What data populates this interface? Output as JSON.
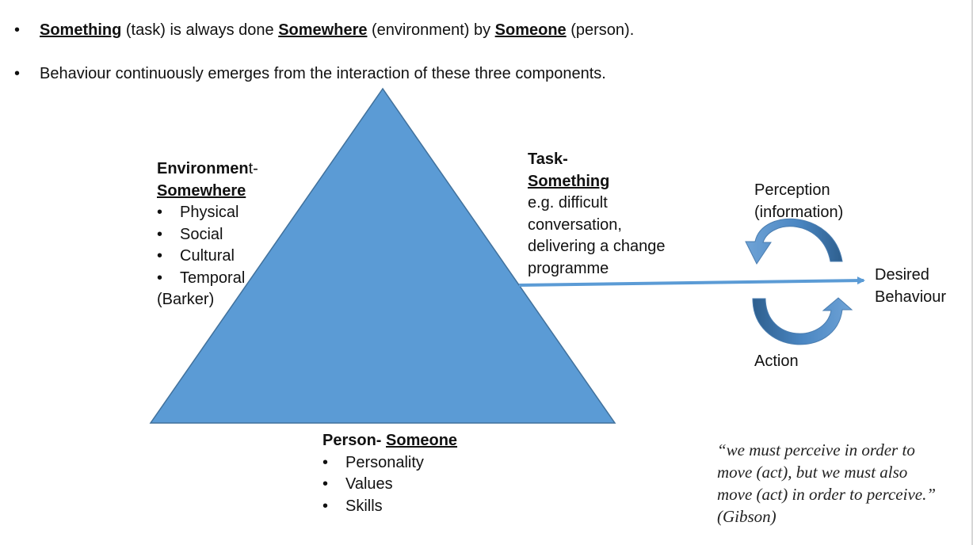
{
  "bullets": [
    {
      "parts": [
        {
          "text": "Something",
          "style": "bu"
        },
        {
          "text": " (task) is always done ",
          "style": ""
        },
        {
          "text": "Somewhere",
          "style": "bu"
        },
        {
          "text": " (environment) by ",
          "style": ""
        },
        {
          "text": "Someone",
          "style": "bu"
        },
        {
          "text": " (person).",
          "style": ""
        }
      ]
    },
    {
      "parts": [
        {
          "text": "Behaviour continuously emerges from the interaction of these three components.",
          "style": ""
        }
      ]
    }
  ],
  "bullet_char": "•",
  "environment": {
    "title_bold": "Environmen",
    "title_rest": "t-",
    "subtitle": "Somewhere",
    "items": [
      "Physical",
      "Social",
      "Cultural",
      "Temporal"
    ],
    "citation": "(Barker)"
  },
  "task": {
    "title": "Task-",
    "subtitle": "Something",
    "lines": [
      "e.g. difficult",
      "conversation,",
      "delivering a change",
      "programme"
    ]
  },
  "person": {
    "title": "Person- ",
    "subtitle": "Someone",
    "items": [
      "Personality",
      "Values",
      "Skills"
    ]
  },
  "cycle": {
    "perception_lines": [
      "Perception",
      "(information)"
    ],
    "action": "Action",
    "outcome_lines": [
      "Desired",
      "Behaviour"
    ]
  },
  "quote": {
    "lines": [
      "“we must perceive in order to",
      "move (act), but we must also",
      "move (act) in order to perceive.”",
      "(Gibson)"
    ]
  },
  "colors": {
    "triangle_fill": "#5b9bd5",
    "triangle_stroke": "#41719c",
    "arrow": "#5b9bd5",
    "cycle_dark": "#2e5f8e",
    "cycle_light": "#6fa3d6"
  }
}
